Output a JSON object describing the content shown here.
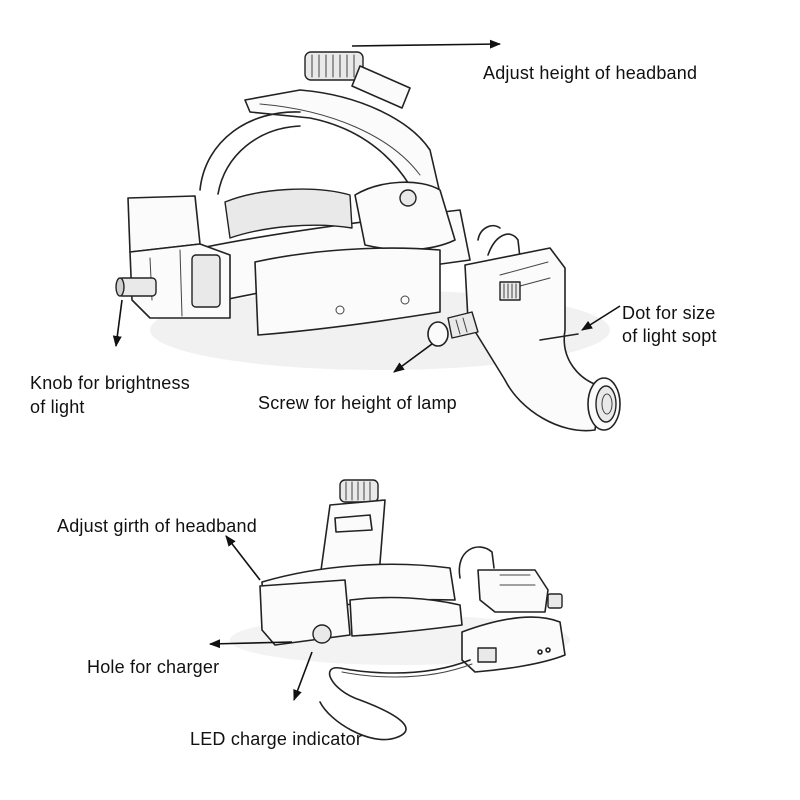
{
  "labels": {
    "adjust_height": "Adjust height of headband",
    "dot_size_line1": "Dot for size",
    "dot_size_line2": "of light sopt",
    "knob_line1": "Knob for brightness",
    "knob_line2": "of light",
    "screw_height": "Screw for height of lamp",
    "adjust_girth": "Adjust girth of headband",
    "hole_charger": "Hole for charger",
    "led_indicator": "LED charge indicator"
  }
}
